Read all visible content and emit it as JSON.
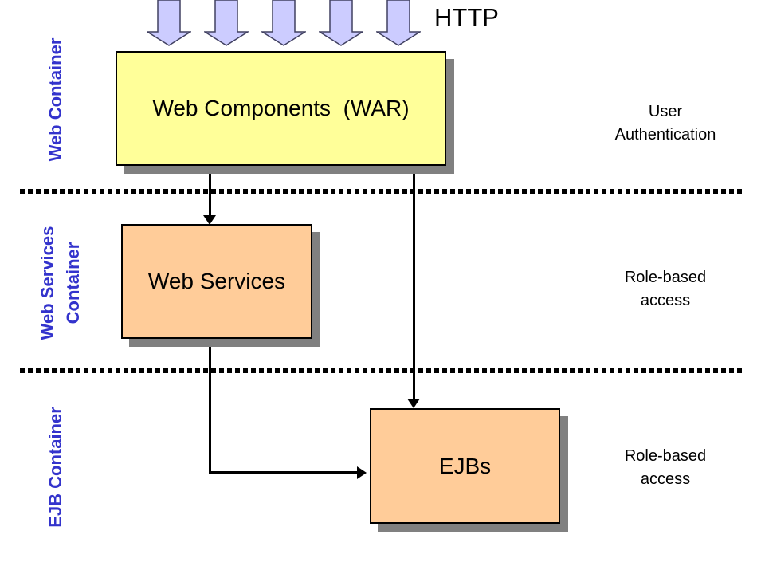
{
  "http_label": "HTTP",
  "container_labels": {
    "web": "Web Container",
    "web_services": "Web Services\nContainer",
    "ejb": "EJB Container"
  },
  "boxes": {
    "web_components": "Web Components  (WAR)",
    "web_services": "Web Services",
    "ejbs": "EJBs"
  },
  "annotations": {
    "user_auth": "User\nAuthentication",
    "role_ws": "Role-based\naccess",
    "role_ejb": "Role-based\naccess"
  },
  "colors": {
    "container_label_blue": "#3333CC",
    "web_components_fill": "#FFFF99",
    "services_fill": "#FFCC99",
    "http_arrow_fill": "#CCCCFF",
    "connector_black": "#000000",
    "shadow_gray": "#808080"
  }
}
